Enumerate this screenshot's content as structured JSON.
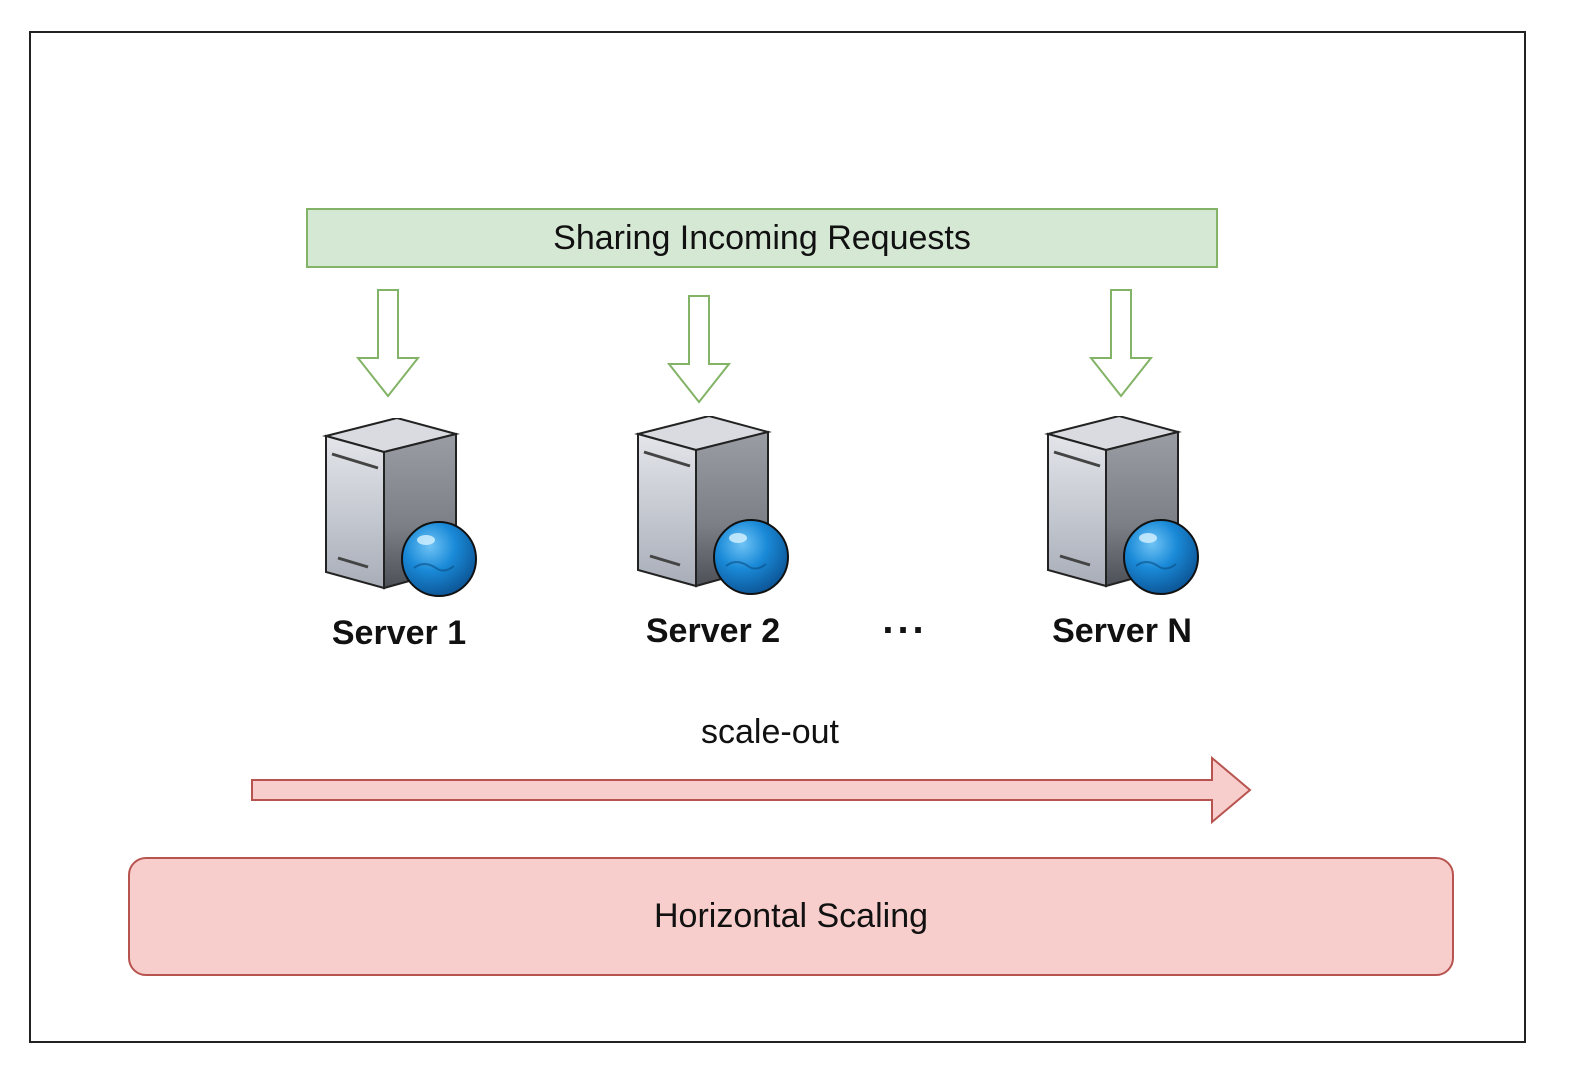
{
  "diagram": {
    "banner_text": "Sharing Incoming Requests",
    "servers": [
      {
        "label": "Server 1",
        "icon": "server-globe-icon"
      },
      {
        "label": "Server 2",
        "icon": "server-globe-icon"
      },
      {
        "label": "Server N",
        "icon": "server-globe-icon"
      }
    ],
    "ellipsis": "...",
    "scale_label": "scale-out",
    "footer_text": "Horizontal Scaling"
  },
  "colors": {
    "green_fill": "#d5e8d4",
    "green_stroke": "#82b366",
    "red_fill": "#f8cecc",
    "red_stroke": "#b85450",
    "globe_blue": "#1a7fd0"
  }
}
